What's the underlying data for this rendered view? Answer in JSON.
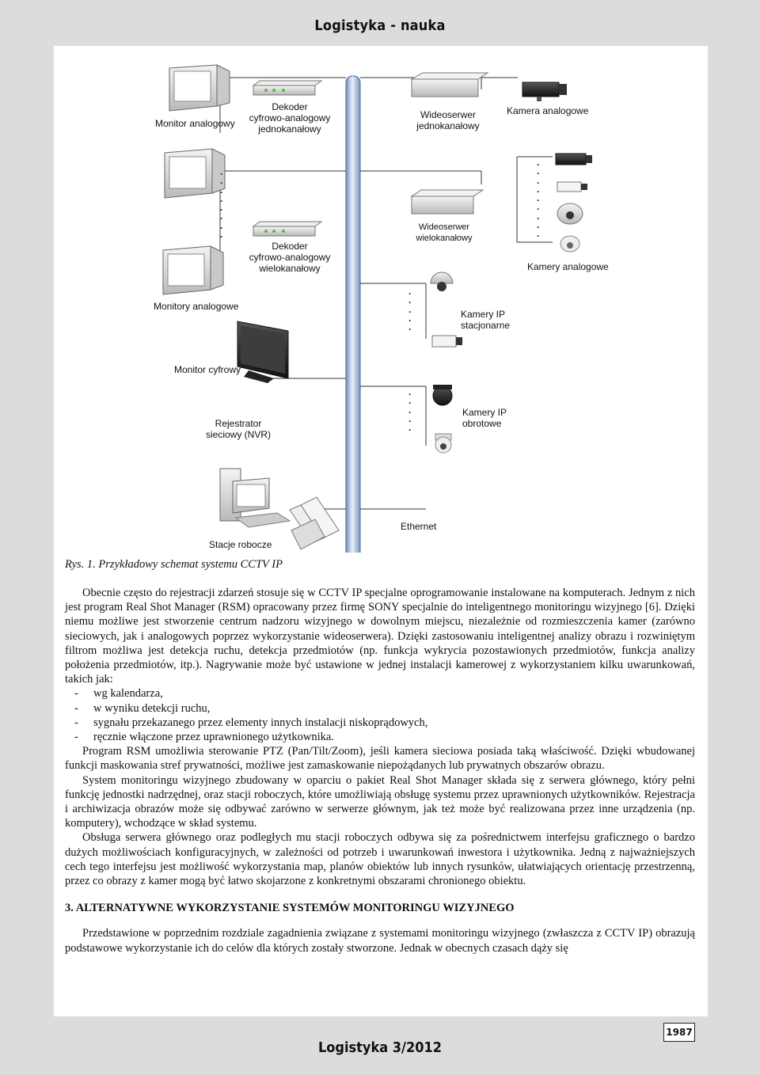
{
  "header": {
    "title": "Logistyka - nauka"
  },
  "diagram": {
    "labels": {
      "monitor_analog": "Monitor analogowy",
      "decoder_single": "Dekoder\ncyfrowo-analogowy\njednokanałowy",
      "videoserver_single": "Wideoserwer\njednokanałowy",
      "camera_analog": "Kamera analogowe",
      "decoder_multi": "Dekoder\ncyfrowo-analogowy\nwielokanałowy",
      "videoserver_multi": "Wideoserwer\nwielokanałowy",
      "cameras_analog": "Kamery analogowe",
      "monitors_analog": "Monitory analogowe",
      "ip_static": "Kamery IP\nstacjonarne",
      "monitor_digital": "Monitor cyfrowy",
      "nvr": "Rejestrator\nsieciowy (NVR)",
      "ip_ptz": "Kamery IP\nobrotowe",
      "ethernet": "Ethernet",
      "workstations": "Stacje robocze"
    },
    "dots": ".\n.\n.\n.\n.\n.\n.\n.\n.",
    "dots_short": ".\n.\n.\n.\n.\n.\n.\n.",
    "dots_tiny": ".\n.\n.\n.\n.",
    "caption": "Rys. 1. Przykładowy schemat systemu CCTV IP"
  },
  "text": {
    "p1": "Obecnie często do rejestracji zdarzeń stosuje się w CCTV IP specjalne oprogramowanie instalowane na komputerach. Jednym z nich jest program Real Shot Manager (RSM) opracowany przez firmę SONY specjalnie do inteligentnego monitoringu wizyjnego [6]. Dzięki niemu możliwe jest stworzenie centrum nadzoru wizyjnego w dowolnym miejscu, niezależnie od rozmieszczenia kamer (zarówno sieciowych, jak i analogowych poprzez wykorzystanie wideoserwera). Dzięki zastosowaniu inteligentnej analizy obrazu i rozwiniętym filtrom możliwa jest detekcja ruchu, detekcja przedmiotów (np. funkcja wykrycia pozostawionych przedmiotów, funkcja analizy położenia przedmiotów, itp.). Nagrywanie może być ustawione w jednej instalacji kamerowej z wykorzystaniem kilku uwarunkowań, takich jak:",
    "bullets": [
      "wg kalendarza,",
      "w wyniku detekcji ruchu,",
      "sygnału przekazanego przez elementy innych instalacji niskoprądowych,",
      "ręcznie włączone przez uprawnionego użytkownika."
    ],
    "bullet_dash": "-",
    "p2": "Program RSM umożliwia sterowanie PTZ (Pan/Tilt/Zoom), jeśli kamera sieciowa posiada taką właściwość. Dzięki wbudowanej funkcji maskowania stref prywatności, możliwe jest zamaskowanie niepożądanych lub prywatnych obszarów obrazu.",
    "p3": "System monitoringu wizyjnego zbudowany w oparciu o pakiet Real Shot Manager składa się z serwera głównego, który pełni funkcję jednostki nadrzędnej, oraz stacji roboczych, które umożliwiają obsługę systemu przez uprawnionych użytkowników. Rejestracja i archiwizacja obrazów może się odbywać zarówno w serwerze głównym, jak też może być realizowana przez inne urządzenia (np. komputery), wchodzące w skład systemu.",
    "p4": "Obsługa serwera głównego oraz podległych mu stacji roboczych odbywa się za pośrednictwem interfejsu graficznego o bardzo dużych możliwościach konfiguracyjnych, w zależności od potrzeb i uwarunkowań inwestora i użytkownika. Jedną z najważniejszych cech tego interfejsu jest możliwość wykorzystania map, planów obiektów lub innych rysunków, ułatwiających orientację przestrzenną, przez co obrazy z kamer mogą być łatwo skojarzone z konkretnymi obszarami chronionego obiektu.",
    "heading": "3. ALTERNATYWNE WYKORZYSTANIE SYSTEMÓW MONITORINGU WIZYJNEGO",
    "p5": "Przedstawione w poprzednim rozdziale zagadnienia związane z systemami monitoringu wizyjnego (zwłaszcza z CCTV IP) obrazują podstawowe wykorzystanie ich do celów dla których zostały stworzone. Jednak w obecnych czasach dąży się"
  },
  "footer": {
    "journal": "Logistyka 3/2012",
    "page_number": "1987"
  }
}
